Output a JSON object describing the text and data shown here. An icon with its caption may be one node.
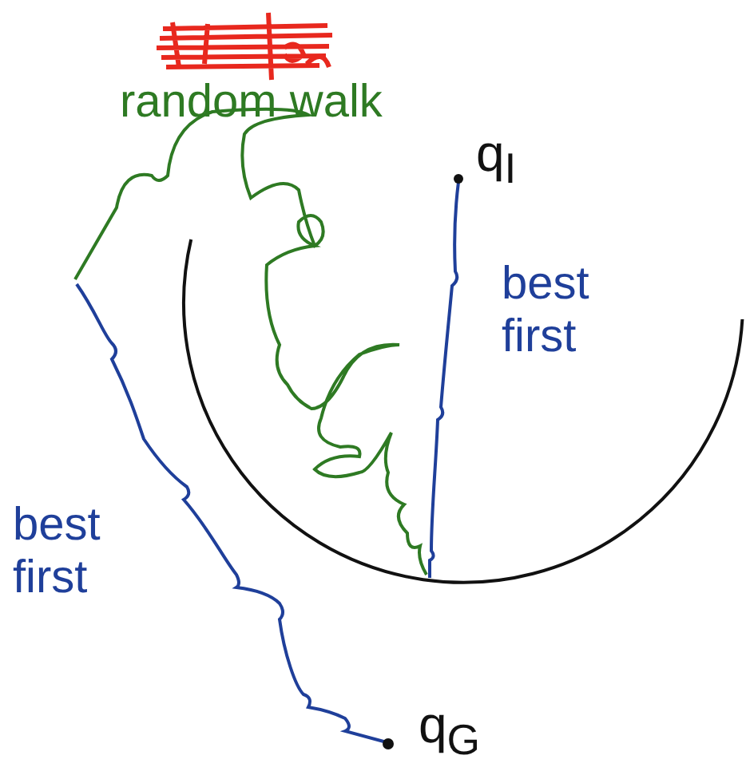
{
  "diagram": {
    "labels": [
      "random walk",
      "q$_{I}$",
      "best first",
      "best first",
      "q$_{G}$"
    ]
  }
}
